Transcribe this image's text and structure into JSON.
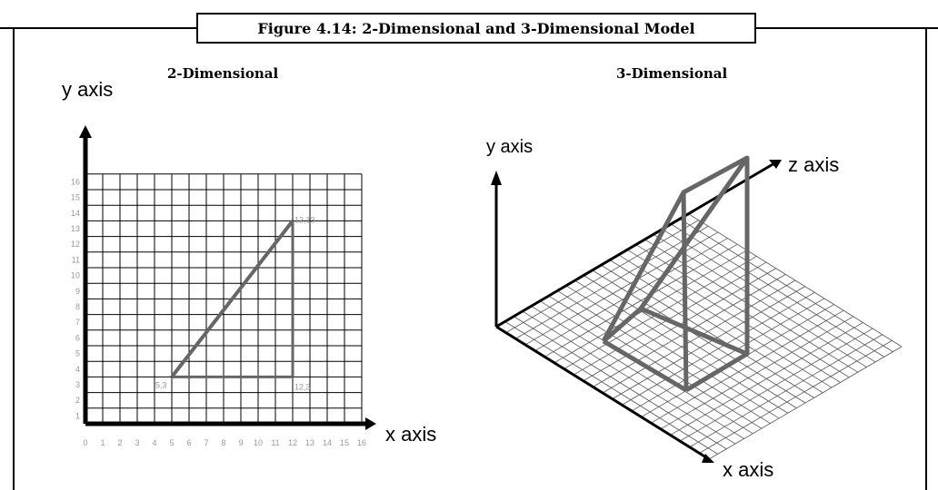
{
  "figure": {
    "caption": "Figure 4.14: 2-Dimensional and 3-Dimensional Model"
  },
  "panel_2d": {
    "title": "2-Dimensional",
    "y_axis_label": "y axis",
    "x_axis_label": "x axis",
    "ticks": [
      "0",
      "1",
      "2",
      "3",
      "4",
      "5",
      "6",
      "7",
      "8",
      "9",
      "10",
      "11",
      "12",
      "13",
      "14",
      "15",
      "16"
    ],
    "points": {
      "p1": {
        "label": "5,3",
        "x": 5,
        "y": 3
      },
      "p2": {
        "label": "12,13",
        "x": 12,
        "y": 13
      },
      "p3": {
        "label": "12,3",
        "x": 12,
        "y": 3
      }
    }
  },
  "panel_3d": {
    "title": "3-Dimensional",
    "y_axis_label": "y axis",
    "z_axis_label": "z axis",
    "x_axis_label": "x axis"
  }
}
